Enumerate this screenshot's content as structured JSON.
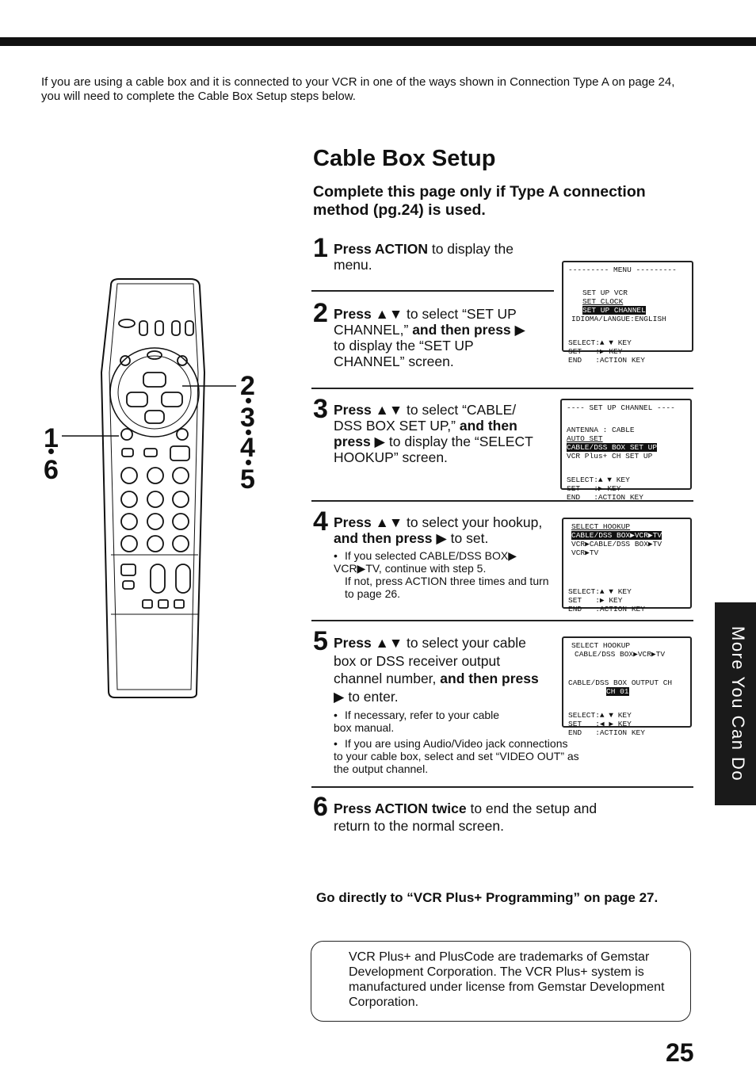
{
  "intro_text": "If you are using a cable box and it is connected to your VCR in one of the ways shown in Connection Type A on page 24, you will need to complete the Cable Box Setup steps below.",
  "title": "Cable Box Setup",
  "subtitle": "Complete this page only if Type A connection method (pg.24) is used.",
  "steps": [
    {
      "num": "1",
      "b1": "Press ACTION",
      "t1": " to display the menu."
    },
    {
      "num": "2",
      "b1": "Press ▲▼",
      "t1": " to select “SET UP CHANNEL,” ",
      "b2": "and then press",
      "t2": " ▶ to display the “SET UP CHANNEL” screen."
    },
    {
      "num": "3",
      "b1": "Press ▲▼",
      "t1": " to select “CABLE/ DSS BOX SET UP,” ",
      "b2": "and then press ▶",
      "t2": " to display the “SELECT HOOKUP” screen."
    },
    {
      "num": "4",
      "b1": "Press ▲▼",
      "t1": " to select your hookup, ",
      "b2": "and then press ▶",
      "t2": " to set.",
      "n1": "If you selected CABLE/DSS BOX▶ VCR▶TV, continue with step 5.",
      "n1b": "If not, press ACTION three times and turn to page 26."
    },
    {
      "num": "5",
      "b1": "Press ▲▼",
      "t1": " to select your cable box or DSS receiver output channel number, ",
      "b2": "and then press ▶",
      "t2": " to enter.",
      "n1": "If necessary, refer to your cable box manual.",
      "n2": "If you are using Audio/Video jack connections to your cable box, select and set “VIDEO OUT” as the output channel."
    },
    {
      "num": "6",
      "b1": "Press ACTION twice",
      "t1": " to end the setup and return to the normal screen."
    }
  ],
  "screens": {
    "menu": {
      "header": "--------- MENU ---------",
      "l1": "SET UP VCR",
      "l2": "SET CLOCK",
      "l3": "SET UP CHANNEL",
      "l4": "IDIOMA/LANGUE:ENGLISH",
      "f1": "SELECT:▲ ▼ KEY",
      "f2": "SET   :▶ KEY",
      "f3": "END   :ACTION KEY"
    },
    "setup_channel": {
      "header": "---- SET UP CHANNEL ----",
      "l1": "ANTENNA : CABLE",
      "l2": "AUTO SET",
      "l3": "CABLE/DSS BOX SET UP",
      "l4": "VCR Plus+ CH SET UP",
      "f1": "SELECT:▲ ▼ KEY",
      "f2": "SET   :▶ KEY",
      "f3": "END   :ACTION KEY"
    },
    "hookup1": {
      "l1": "SELECT HOOKUP",
      "l2": "CABLE/DSS BOX▶VCR▶TV",
      "l3": "VCR▶CABLE/DSS BOX▶TV",
      "l4": "VCR▶TV",
      "f1": "SELECT:▲ ▼ KEY",
      "f2": "SET   :▶ KEY",
      "f3": "END   :ACTION KEY"
    },
    "hookup2": {
      "l1": "SELECT HOOKUP",
      "l2": "CABLE/DSS BOX▶VCR▶TV",
      "l3": "CABLE/DSS BOX OUTPUT CH",
      "l4": "CH 01",
      "f1": "SELECT:▲ ▼ KEY",
      "f2": "SET   :◀ ▶ KEY",
      "f3": "END   :ACTION KEY"
    }
  },
  "remote_callouts": {
    "left_top": "1",
    "left_bottom": "6",
    "r1": "2",
    "r2": "3",
    "r3": "4",
    "r4": "5"
  },
  "side_tab": "More You Can Do",
  "goto_text": "Go directly to “VCR Plus+ Programming” on page 27.",
  "trademark_text": "VCR Plus+ and PlusCode are trademarks of Gemstar Development Corporation. The VCR Plus+ system is manufactured under license from Gemstar Development Corporation.",
  "page_number": "25"
}
